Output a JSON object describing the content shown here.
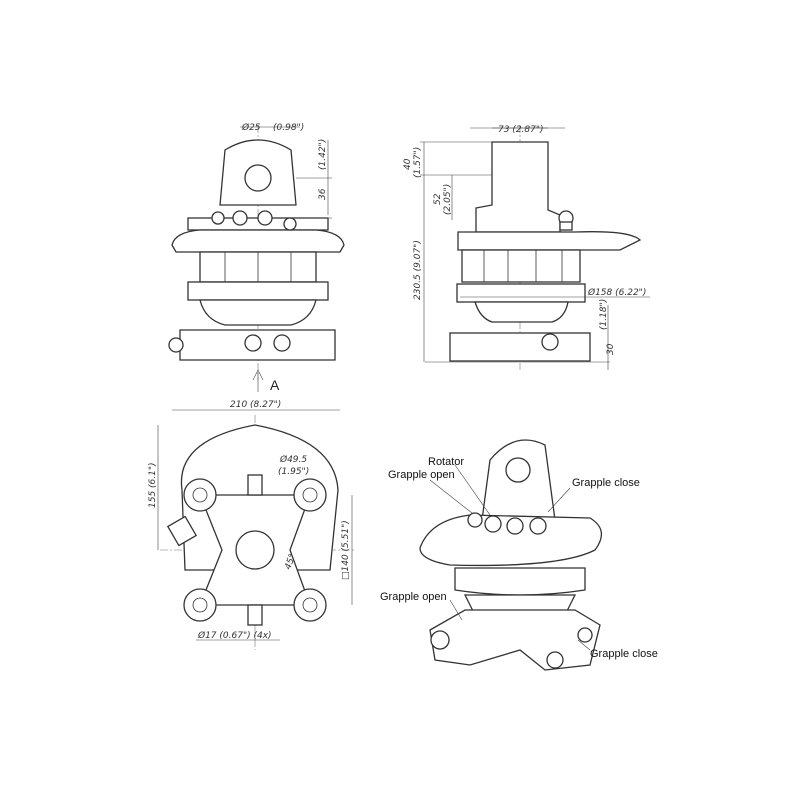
{
  "front_view": {
    "pin_diameter": "Ø25",
    "pin_diameter_in": "(0.98\")",
    "pin_offset": "36",
    "pin_offset_in": "(1.42\")",
    "view_arrow_label": "A"
  },
  "side_view": {
    "width": "73 (2.87\")",
    "top_height": "40",
    "top_height_in": "(1.57\")",
    "pin_height": "52",
    "pin_height_in": "(2.05\")",
    "total_height": "230.5 (9.07\")",
    "flange_diameter": "Ø158 (6.22\")",
    "base_offset_in": "(1.18\")",
    "base_height": "30"
  },
  "bottom_view": {
    "width": "210 (8.27\")",
    "depth": "155 (6.1\")",
    "center_diameter": "Ø49.5",
    "center_diameter_in": "(1.95\")",
    "bolt_square": "□140 (5.51\")",
    "angle": "45°",
    "hole_diameter": "Ø17 (0.67\") (4x)"
  },
  "iso_view": {
    "labels": [
      "Rotator",
      "Grapple open",
      "Grapple close",
      "Grapple open",
      "Grapple close"
    ]
  }
}
